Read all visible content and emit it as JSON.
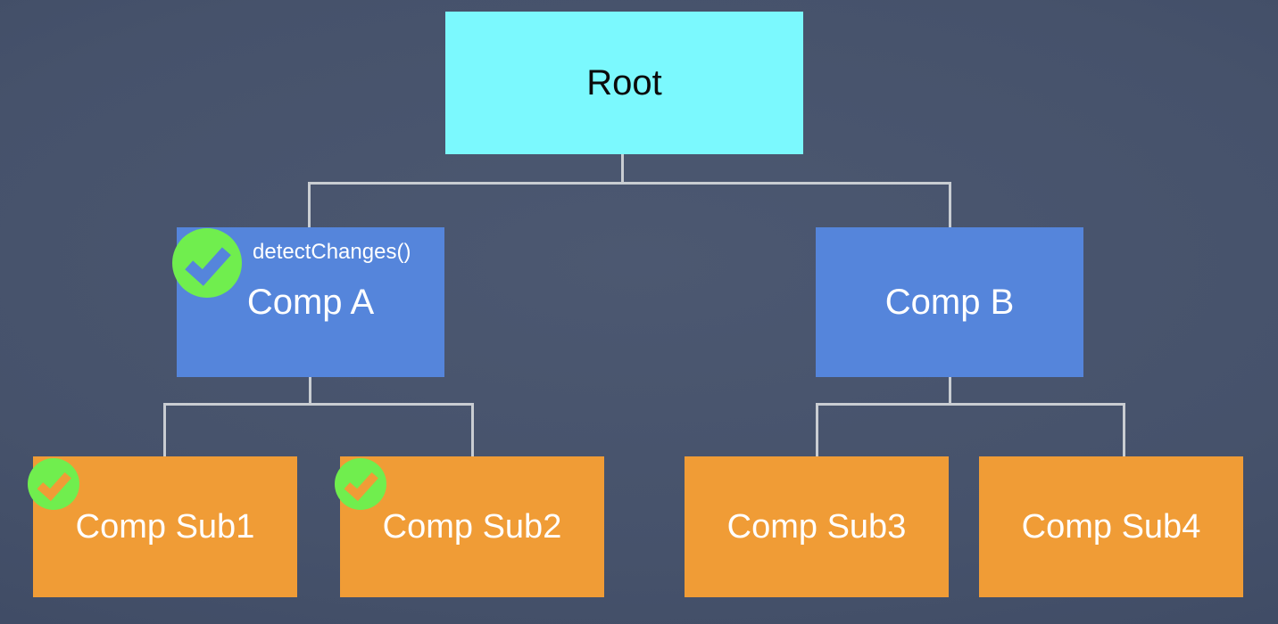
{
  "diagram": {
    "nodes": {
      "root": {
        "label": "Root",
        "fill": "#7BF9FE",
        "text_color": "#0B0B0B",
        "checked": false
      },
      "comp_a": {
        "label": "Comp A",
        "fill": "#5585DB",
        "text_color": "#FFFFFF",
        "checked": true,
        "annotation": "detectChanges()"
      },
      "comp_b": {
        "label": "Comp B",
        "fill": "#5585DB",
        "text_color": "#FFFFFF",
        "checked": false
      },
      "comp_sub1": {
        "label": "Comp Sub1",
        "fill": "#F09C36",
        "text_color": "#FFFFFF",
        "checked": true
      },
      "comp_sub2": {
        "label": "Comp Sub2",
        "fill": "#F09C36",
        "text_color": "#FFFFFF",
        "checked": true
      },
      "comp_sub3": {
        "label": "Comp Sub3",
        "fill": "#F09C36",
        "text_color": "#FFFFFF",
        "checked": false
      },
      "comp_sub4": {
        "label": "Comp Sub4",
        "fill": "#F09C36",
        "text_color": "#FFFFFF",
        "checked": false
      }
    },
    "edges": [
      {
        "from": "Root",
        "to": "Comp A"
      },
      {
        "from": "Root",
        "to": "Comp B"
      },
      {
        "from": "Comp A",
        "to": "Comp Sub1"
      },
      {
        "from": "Comp A",
        "to": "Comp Sub2"
      },
      {
        "from": "Comp B",
        "to": "Comp Sub3"
      },
      {
        "from": "Comp B",
        "to": "Comp Sub4"
      }
    ],
    "colors": {
      "background": "#46526B",
      "connector": "#C9CDD2",
      "check_badge": "#70EE4E"
    }
  }
}
